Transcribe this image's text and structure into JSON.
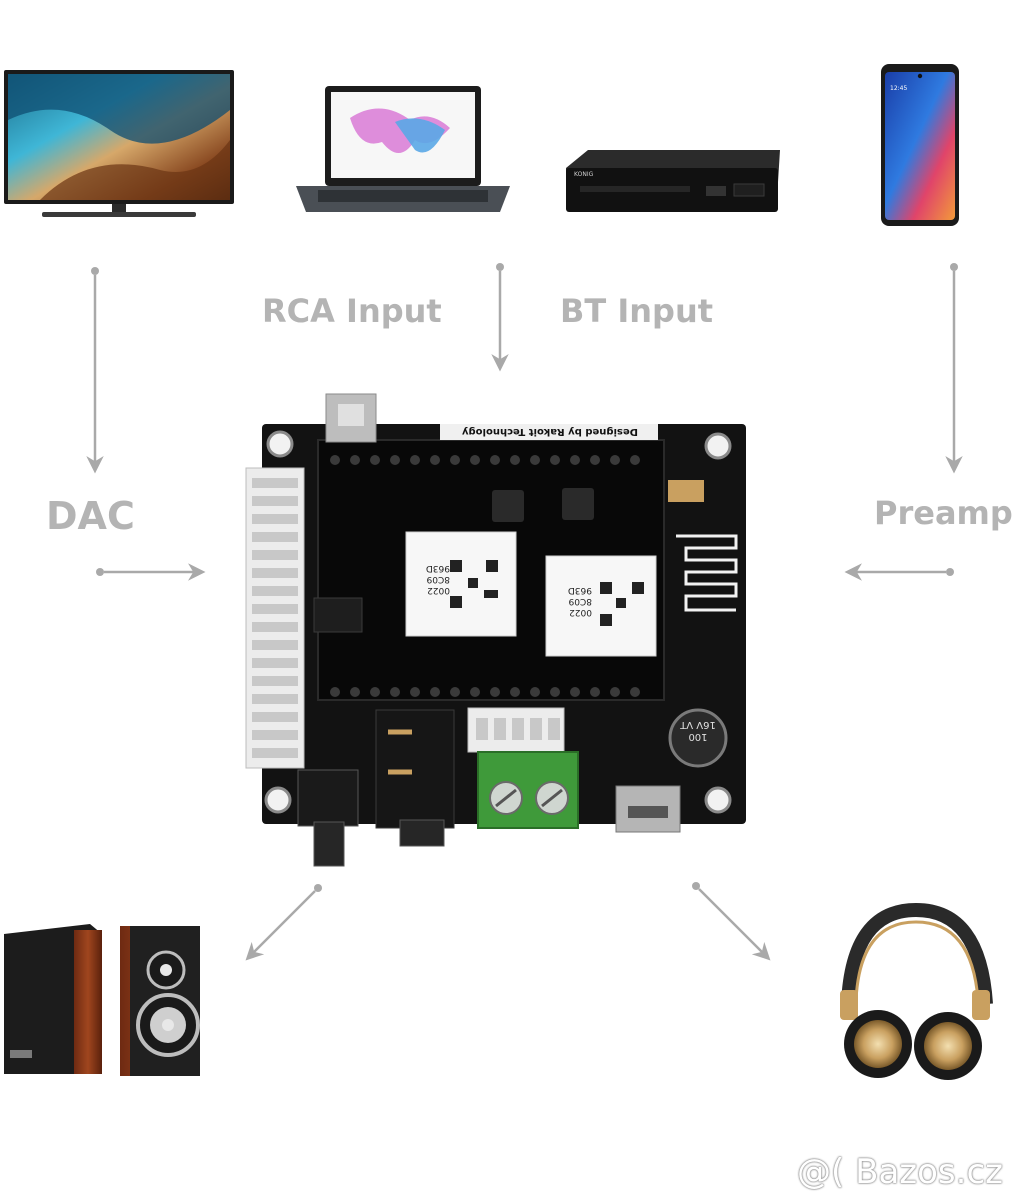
{
  "labels": {
    "rca_input": "RCA Input",
    "bt_input": "BT Input",
    "dac": "DAC",
    "preamp": "Preamp"
  },
  "board": {
    "header_text": "Designed by Rakoit Technology",
    "module_code_1": "0022 8C09 963D",
    "module_code_2": "0022 8C09 963D",
    "capacitor_text": "100 16V VT"
  },
  "watermark": "@( Bazos.cz",
  "colors": {
    "label_gray": "#b4b4b4",
    "arrow_gray": "#a9a9a9",
    "pcb_black": "#111111",
    "terminal_green": "#3f9a3a"
  },
  "icons": {
    "tv": "television-icon",
    "laptop": "laptop-icon",
    "dvd": "dvd-player-icon",
    "phone": "smartphone-icon",
    "speakers": "speakers-icon",
    "headphones": "headphones-icon"
  }
}
